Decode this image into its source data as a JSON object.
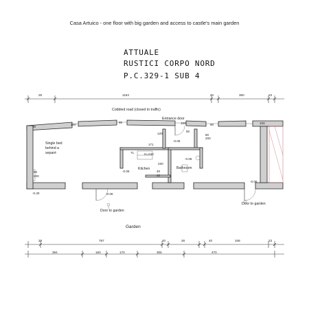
{
  "caption": "Casa Artuico - one floor with big garden and access to castle's main garden",
  "title": {
    "line1": "ATTUALE",
    "line2": "RUSTICI CORPO NORD",
    "line3": "P.C.329-1 SUB 4"
  },
  "labels": {
    "cobbled_road": "Cobbled road (closed to traffic)",
    "entrance_door": "Entrance door",
    "single_bed_1": "Single bed",
    "single_bed_2": "behind a",
    "single_bed_3": "separé",
    "kitchen": "Kitchen",
    "bathroom": "Bathroom",
    "door_to_garden_left": "Door to garden",
    "door_to_garden_right": "Door to garden",
    "garden": "Garden"
  },
  "top_dimensions": {
    "d1": "28",
    "d2": "1164",
    "d3": "40",
    "d4": "360",
    "d5": "23"
  },
  "bottom_dimensions_row1": {
    "d1": "28",
    "d2": "787",
    "d3": "40",
    "d4": "28",
    "d5": "40",
    "d6": "348",
    "d7": "23"
  },
  "bottom_dimensions_row2": {
    "d1": "394",
    "d2": "160",
    "d3": "170",
    "d4": "305",
    "d5": "470"
  },
  "openings_top": {
    "o1": "80",
    "o2": "100",
    "o3": "90",
    "o4": "100",
    "o5": "80",
    "o6": "100"
  },
  "interior": {
    "d171": "171",
    "h240": "H=240",
    "h120": "120",
    "h230": "230",
    "h80": "80",
    "h200": "200",
    "level_1": "-0.06",
    "level_2": "-0.06",
    "level_3": "-0.06",
    "level_4": "-0.06",
    "level_5": "-0.06",
    "sill_left": "-0.30",
    "w80": "80",
    "w200": "200",
    "w71": "71",
    "w40a": "40",
    "w40b": "40",
    "w50": "50"
  }
}
